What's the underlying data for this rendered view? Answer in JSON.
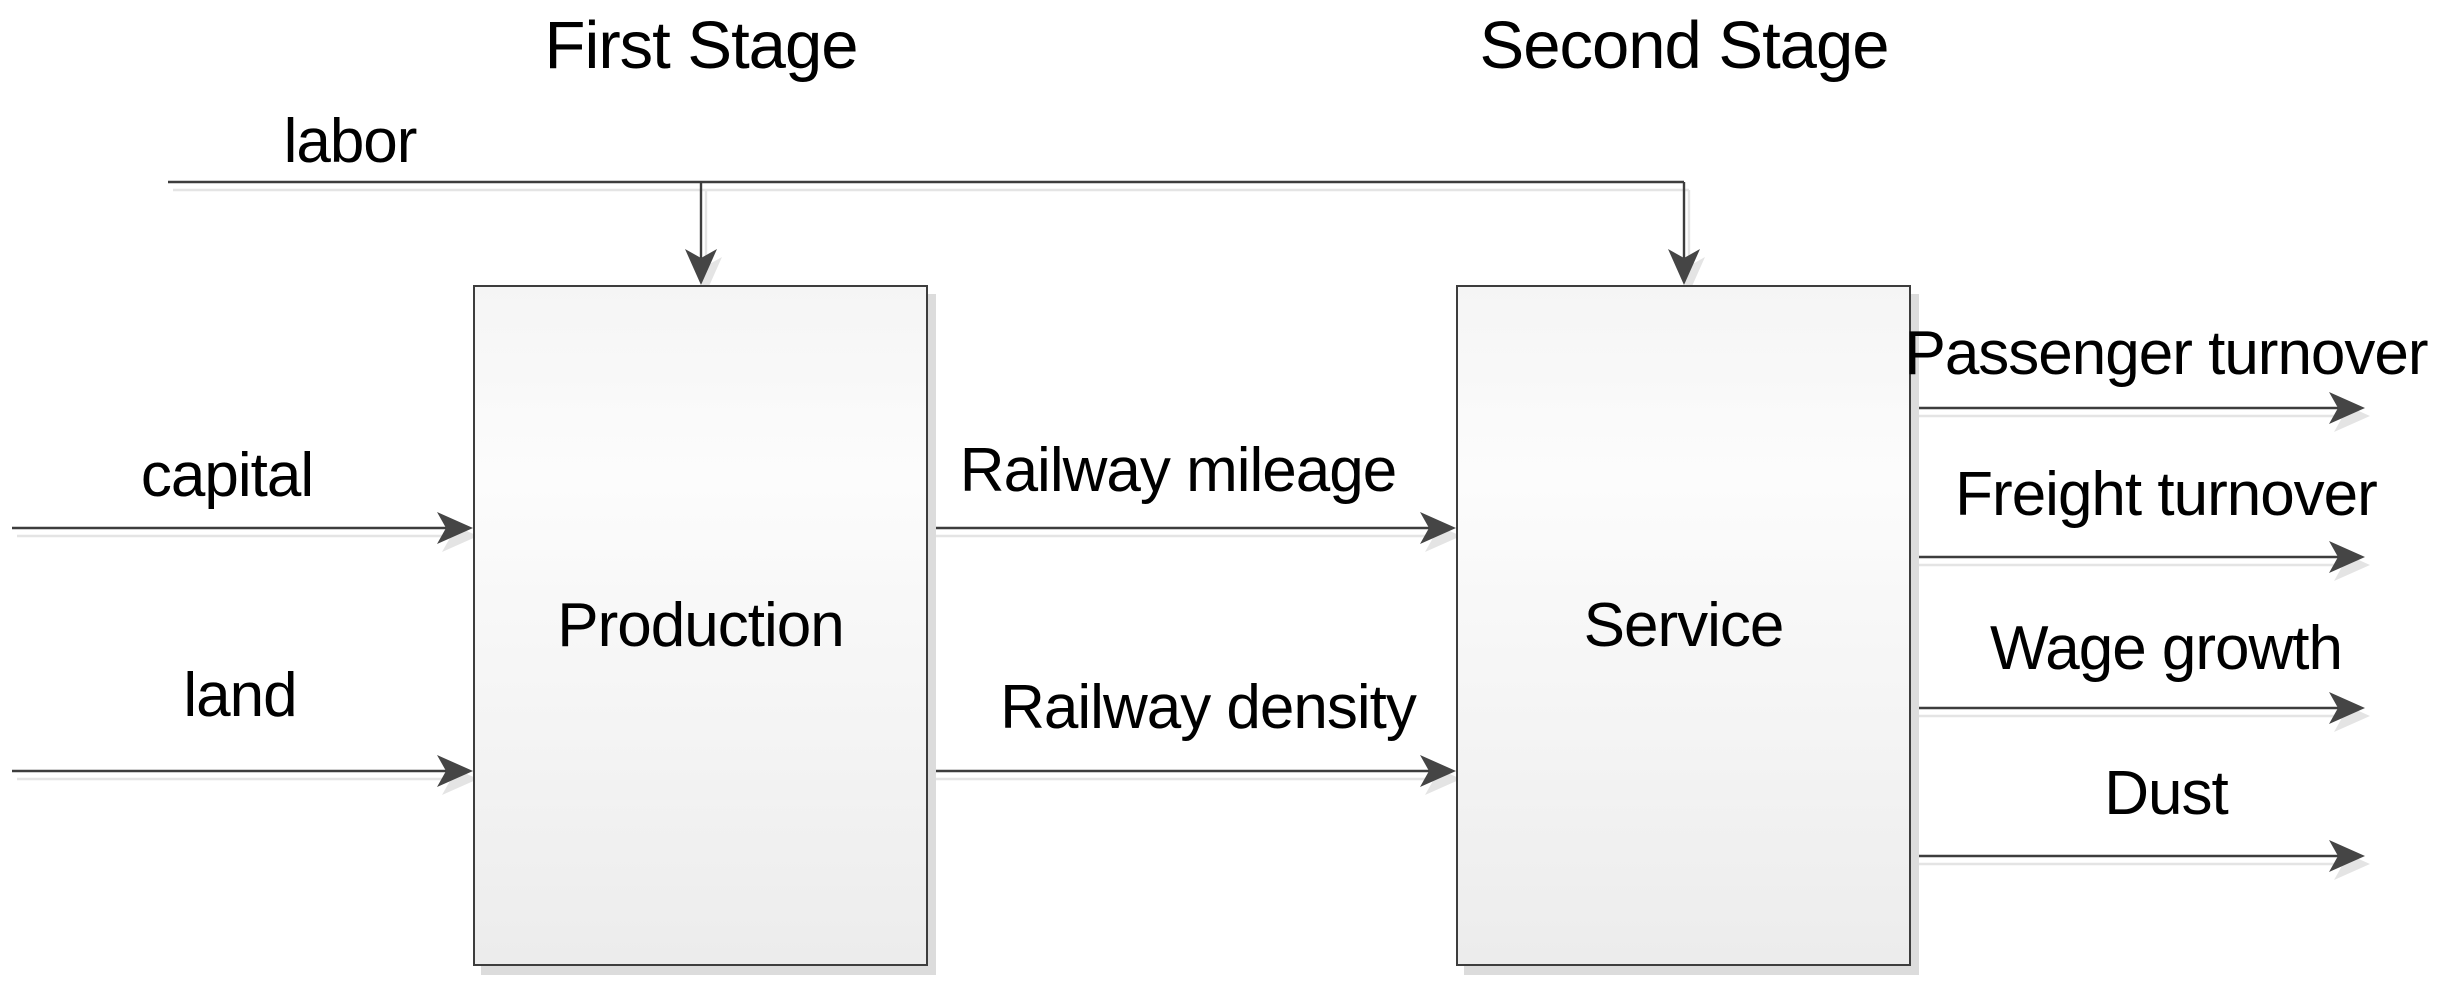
{
  "diagram": {
    "titles": [
      {
        "text": "First Stage"
      },
      {
        "text": "Second Stage"
      }
    ],
    "nodes": [
      {
        "id": "production",
        "label": "Production"
      },
      {
        "id": "service",
        "label": "Service"
      }
    ],
    "edges": [
      {
        "id": "labor",
        "label": "labor",
        "from": "external",
        "to": [
          "production",
          "service"
        ]
      },
      {
        "id": "capital",
        "label": "capital",
        "from": "external",
        "to": [
          "production"
        ]
      },
      {
        "id": "land",
        "label": "land",
        "from": "external",
        "to": [
          "production"
        ]
      },
      {
        "id": "railway-mileage",
        "label": "Railway mileage",
        "from": "production",
        "to": [
          "service"
        ]
      },
      {
        "id": "railway-density",
        "label": "Railway density",
        "from": "production",
        "to": [
          "service"
        ]
      },
      {
        "id": "passenger-turnover",
        "label": "Passenger turnover",
        "from": "service",
        "to": [
          "external"
        ]
      },
      {
        "id": "freight-turnover",
        "label": "Freight turnover",
        "from": "service",
        "to": [
          "external"
        ]
      },
      {
        "id": "wage-growth",
        "label": "Wage growth",
        "from": "service",
        "to": [
          "external"
        ]
      },
      {
        "id": "dust",
        "label": "Dust",
        "from": "service",
        "to": [
          "external"
        ]
      }
    ],
    "colors": {
      "background": "#ffffff",
      "line": "#3d3d3d",
      "arrowhead": "#454545",
      "box_border": "#3d3d3d",
      "box_fill_top": "#fafafa",
      "box_fill_bottom": "#ececec",
      "shadow": "#dcdcdc",
      "text": "#000000"
    }
  }
}
